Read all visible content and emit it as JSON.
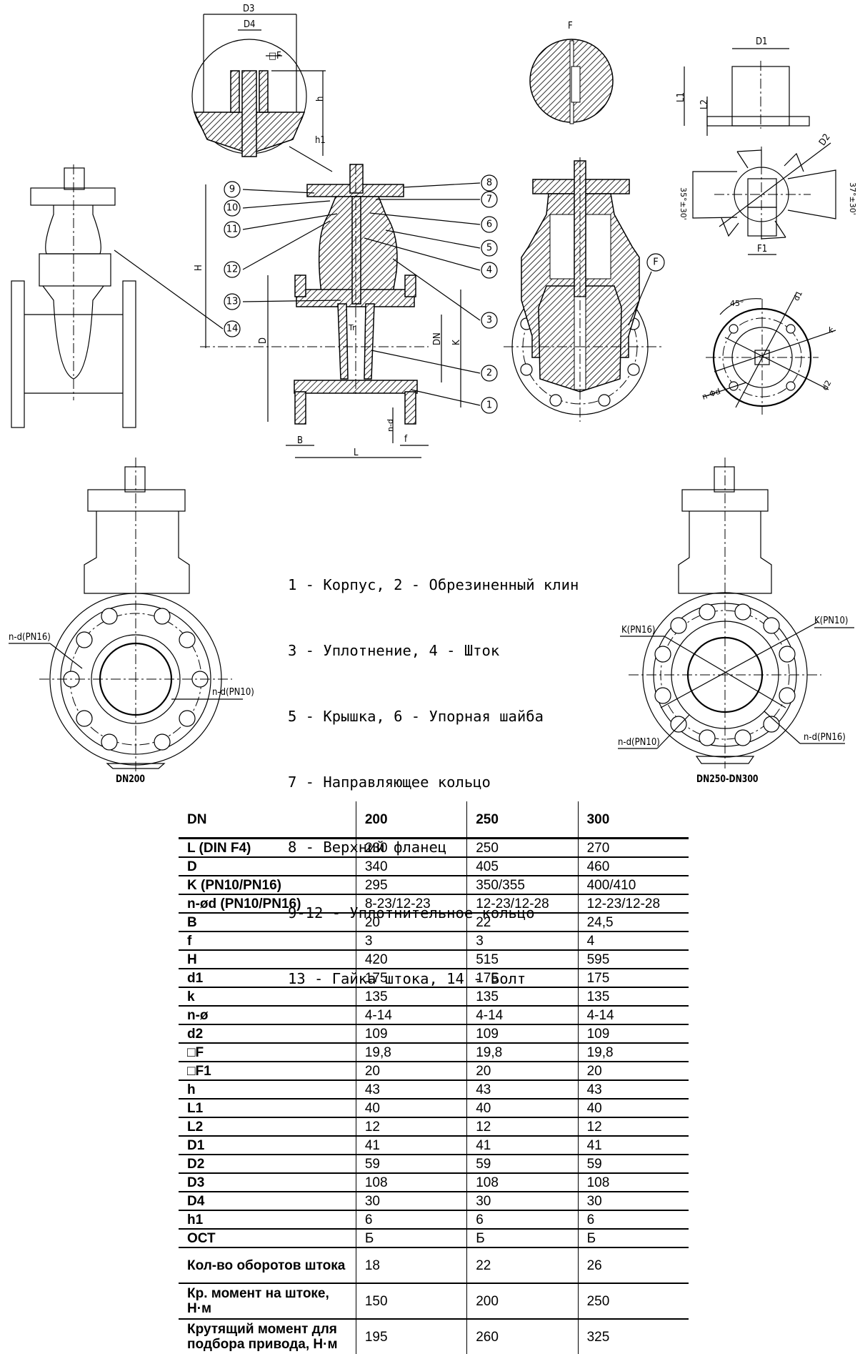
{
  "drawing": {
    "dimension_labels": {
      "D3": "D3",
      "D4": "D4",
      "F_square": "□F",
      "h": "h",
      "h1": "h1",
      "H": "H",
      "D": "D",
      "DN": "DN",
      "K": "K",
      "B": "B",
      "L": "L",
      "f": "f",
      "n_d": "n-d",
      "Tr": "Tr",
      "F_detail": "F",
      "F_callout": "F",
      "D1": "D1",
      "L1": "L1",
      "L2": "L2",
      "D2": "D2",
      "F1": "F1",
      "angle_left": "35°±30'",
      "angle_right": "37°±30'",
      "angle_45": "45°",
      "d1": "d1",
      "k": "k",
      "d2": "d2",
      "n_phi_d": "n-Φd"
    },
    "callouts": [
      "1",
      "2",
      "3",
      "4",
      "5",
      "6",
      "7",
      "8",
      "9",
      "10",
      "11",
      "12",
      "13",
      "14"
    ],
    "view_labels": {
      "dn200_nd_pn16": "n-d(PN16)",
      "dn200_nd_pn10": "n-d(PN10)",
      "dn250_k_pn16": "K(PN16)",
      "dn250_k_pn10": "K(PN10)",
      "dn250_nd_pn10": "n-d(PN10)",
      "dn250_nd_pn16": "n-d(PN16)"
    },
    "captions": {
      "left": "DN200",
      "right": "DN250-DN300"
    }
  },
  "legend": [
    "1 - Корпус, 2 - Обрезиненный клин",
    "3 - Уплотнение, 4 - Шток",
    "5 - Крышка, 6 - Упорная шайба",
    "7 - Направляющее кольцо",
    "8 - Верхний фланец",
    "9-12 - Уплотнительное кольцо",
    "13 - Гайка штока, 14 - Болт"
  ],
  "table": {
    "header": [
      "DN",
      "200",
      "250",
      "300"
    ],
    "rows": [
      [
        "L (DIN F4)",
        "230",
        "250",
        "270"
      ],
      [
        "D",
        "340",
        "405",
        "460"
      ],
      [
        "K (PN10/PN16)",
        "295",
        "350/355",
        "400/410"
      ],
      [
        "n-ød (PN10/PN16)",
        "8-23/12-23",
        "12-23/12-28",
        "12-23/12-28"
      ],
      [
        "B",
        "20",
        "22",
        "24,5"
      ],
      [
        "f",
        "3",
        "3",
        "4"
      ],
      [
        "H",
        "420",
        "515",
        "595"
      ],
      [
        "d1",
        "175",
        "175",
        "175"
      ],
      [
        "k",
        "135",
        "135",
        "135"
      ],
      [
        "n-ø",
        "4-14",
        "4-14",
        "4-14"
      ],
      [
        "d2",
        "109",
        "109",
        "109"
      ],
      [
        "□F",
        "19,8",
        "19,8",
        "19,8"
      ],
      [
        "□F1",
        "20",
        "20",
        "20"
      ],
      [
        "h",
        "43",
        "43",
        "43"
      ],
      [
        "L1",
        "40",
        "40",
        "40"
      ],
      [
        "L2",
        "12",
        "12",
        "12"
      ],
      [
        "D1",
        "41",
        "41",
        "41"
      ],
      [
        "D2",
        "59",
        "59",
        "59"
      ],
      [
        "D3",
        "108",
        "108",
        "108"
      ],
      [
        "D4",
        "30",
        "30",
        "30"
      ],
      [
        "h1",
        "6",
        "6",
        "6"
      ],
      [
        "ОСТ",
        "Б",
        "Б",
        "Б"
      ],
      [
        "Кол-во оборотов штока",
        "18",
        "22",
        "26"
      ],
      [
        "Кр. момент на штоке, Н·м",
        "150",
        "200",
        "250"
      ],
      [
        "Крутящий момент для подбора привода, Н·м",
        "195",
        "260",
        "325"
      ]
    ]
  }
}
